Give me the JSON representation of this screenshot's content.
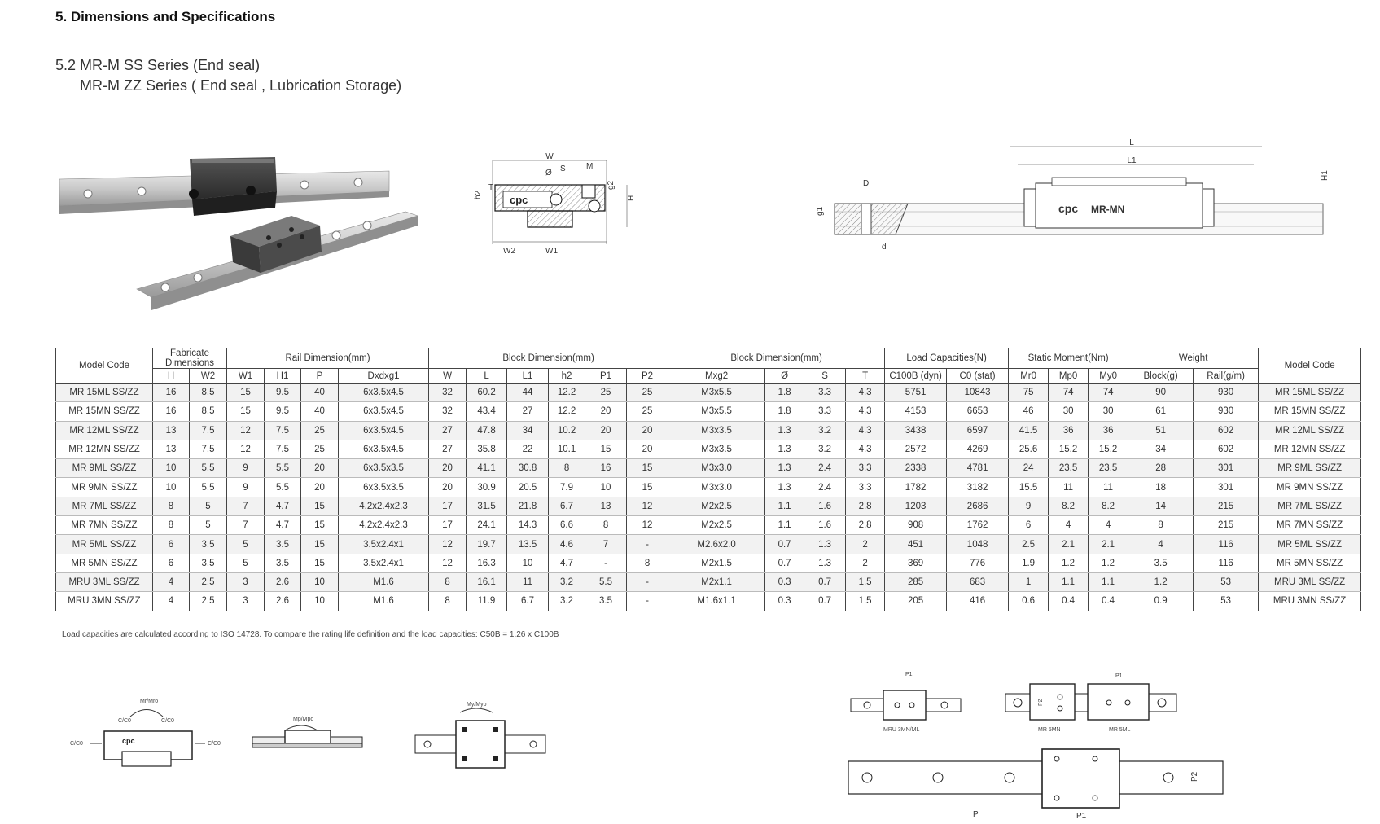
{
  "section_title": "5. Dimensions and Specifications",
  "subtitle_line1": "5.2 MR-M SS Series (End seal)",
  "subtitle_line2": "MR-M ZZ Series ( End seal , Lubrication Storage)",
  "logo_text": "cpc",
  "block_marking": "MR-MN",
  "diagram_labels": {
    "cross_section": [
      "W",
      "M",
      "S",
      "Ø",
      "T",
      "h2",
      "g2",
      "H",
      "W2",
      "W1"
    ],
    "side_view": [
      "L",
      "L1",
      "D",
      "g1",
      "d",
      "H1"
    ],
    "moment_labels": [
      "Mr/Mro",
      "Mp/Mpo",
      "My/Myo",
      "C/C0",
      "C/C0",
      "C/C0",
      "C/C0"
    ],
    "top_view_captions": [
      "MRU 3MN/ML",
      "MR 5MN",
      "MR 5ML"
    ],
    "pitch_labels": [
      "P1",
      "P1",
      "P2",
      "P",
      "P1",
      "P2"
    ]
  },
  "table": {
    "group_headers": [
      "Model Code",
      "Fabricate Dimensions",
      "Rail Dimension(mm)",
      "Block Dimension(mm)",
      "Block Dimension(mm)",
      "Load Capacities(N)",
      "Static Moment(Nm)",
      "Weight",
      "Model Code"
    ],
    "sub_headers": [
      "H",
      "W2",
      "W1",
      "H1",
      "P",
      "Dxdxg1",
      "W",
      "L",
      "L1",
      "h2",
      "P1",
      "P2",
      "Mxg2",
      "Ø",
      "S",
      "T",
      "C100B (dyn)",
      "C0 (stat)",
      "Mr0",
      "Mp0",
      "My0",
      "Block(g)",
      "Rail(g/m)"
    ],
    "rows": [
      [
        "MR 15ML SS/ZZ",
        "16",
        "8.5",
        "15",
        "9.5",
        "40",
        "6x3.5x4.5",
        "32",
        "60.2",
        "44",
        "12.2",
        "25",
        "25",
        "M3x5.5",
        "1.8",
        "3.3",
        "4.3",
        "5751",
        "10843",
        "75",
        "74",
        "74",
        "90",
        "930",
        "MR 15ML SS/ZZ"
      ],
      [
        "MR 15MN SS/ZZ",
        "16",
        "8.5",
        "15",
        "9.5",
        "40",
        "6x3.5x4.5",
        "32",
        "43.4",
        "27",
        "12.2",
        "20",
        "25",
        "M3x5.5",
        "1.8",
        "3.3",
        "4.3",
        "4153",
        "6653",
        "46",
        "30",
        "30",
        "61",
        "930",
        "MR 15MN SS/ZZ"
      ],
      [
        "MR 12ML SS/ZZ",
        "13",
        "7.5",
        "12",
        "7.5",
        "25",
        "6x3.5x4.5",
        "27",
        "47.8",
        "34",
        "10.2",
        "20",
        "20",
        "M3x3.5",
        "1.3",
        "3.2",
        "4.3",
        "3438",
        "6597",
        "41.5",
        "36",
        "36",
        "51",
        "602",
        "MR 12ML SS/ZZ"
      ],
      [
        "MR 12MN SS/ZZ",
        "13",
        "7.5",
        "12",
        "7.5",
        "25",
        "6x3.5x4.5",
        "27",
        "35.8",
        "22",
        "10.1",
        "15",
        "20",
        "M3x3.5",
        "1.3",
        "3.2",
        "4.3",
        "2572",
        "4269",
        "25.6",
        "15.2",
        "15.2",
        "34",
        "602",
        "MR 12MN SS/ZZ"
      ],
      [
        "MR 9ML SS/ZZ",
        "10",
        "5.5",
        "9",
        "5.5",
        "20",
        "6x3.5x3.5",
        "20",
        "41.1",
        "30.8",
        "8",
        "16",
        "15",
        "M3x3.0",
        "1.3",
        "2.4",
        "3.3",
        "2338",
        "4781",
        "24",
        "23.5",
        "23.5",
        "28",
        "301",
        "MR 9ML SS/ZZ"
      ],
      [
        "MR 9MN SS/ZZ",
        "10",
        "5.5",
        "9",
        "5.5",
        "20",
        "6x3.5x3.5",
        "20",
        "30.9",
        "20.5",
        "7.9",
        "10",
        "15",
        "M3x3.0",
        "1.3",
        "2.4",
        "3.3",
        "1782",
        "3182",
        "15.5",
        "11",
        "11",
        "18",
        "301",
        "MR 9MN SS/ZZ"
      ],
      [
        "MR 7ML SS/ZZ",
        "8",
        "5",
        "7",
        "4.7",
        "15",
        "4.2x2.4x2.3",
        "17",
        "31.5",
        "21.8",
        "6.7",
        "13",
        "12",
        "M2x2.5",
        "1.1",
        "1.6",
        "2.8",
        "1203",
        "2686",
        "9",
        "8.2",
        "8.2",
        "14",
        "215",
        "MR 7ML SS/ZZ"
      ],
      [
        "MR 7MN SS/ZZ",
        "8",
        "5",
        "7",
        "4.7",
        "15",
        "4.2x2.4x2.3",
        "17",
        "24.1",
        "14.3",
        "6.6",
        "8",
        "12",
        "M2x2.5",
        "1.1",
        "1.6",
        "2.8",
        "908",
        "1762",
        "6",
        "4",
        "4",
        "8",
        "215",
        "MR 7MN SS/ZZ"
      ],
      [
        "MR 5ML SS/ZZ",
        "6",
        "3.5",
        "5",
        "3.5",
        "15",
        "3.5x2.4x1",
        "12",
        "19.7",
        "13.5",
        "4.6",
        "7",
        "-",
        "M2.6x2.0",
        "0.7",
        "1.3",
        "2",
        "451",
        "1048",
        "2.5",
        "2.1",
        "2.1",
        "4",
        "116",
        "MR 5ML SS/ZZ"
      ],
      [
        "MR 5MN SS/ZZ",
        "6",
        "3.5",
        "5",
        "3.5",
        "15",
        "3.5x2.4x1",
        "12",
        "16.3",
        "10",
        "4.7",
        "-",
        "8",
        "M2x1.5",
        "0.7",
        "1.3",
        "2",
        "369",
        "776",
        "1.9",
        "1.2",
        "1.2",
        "3.5",
        "116",
        "MR 5MN SS/ZZ"
      ],
      [
        "MRU 3ML SS/ZZ",
        "4",
        "2.5",
        "3",
        "2.6",
        "10",
        "M1.6",
        "8",
        "16.1",
        "11",
        "3.2",
        "5.5",
        "-",
        "M2x1.1",
        "0.3",
        "0.7",
        "1.5",
        "285",
        "683",
        "1",
        "1.1",
        "1.1",
        "1.2",
        "53",
        "MRU 3ML SS/ZZ"
      ],
      [
        "MRU 3MN SS/ZZ",
        "4",
        "2.5",
        "3",
        "2.6",
        "10",
        "M1.6",
        "8",
        "11.9",
        "6.7",
        "3.2",
        "3.5",
        "-",
        "M1.6x1.1",
        "0.3",
        "0.7",
        "1.5",
        "205",
        "416",
        "0.6",
        "0.4",
        "0.4",
        "0.9",
        "53",
        "MRU 3MN SS/ZZ"
      ]
    ]
  },
  "footnote": "Load capacities are calculated according to ISO 14728. To compare the rating life definition and the load capacities: C50B = 1.26 x C100B"
}
